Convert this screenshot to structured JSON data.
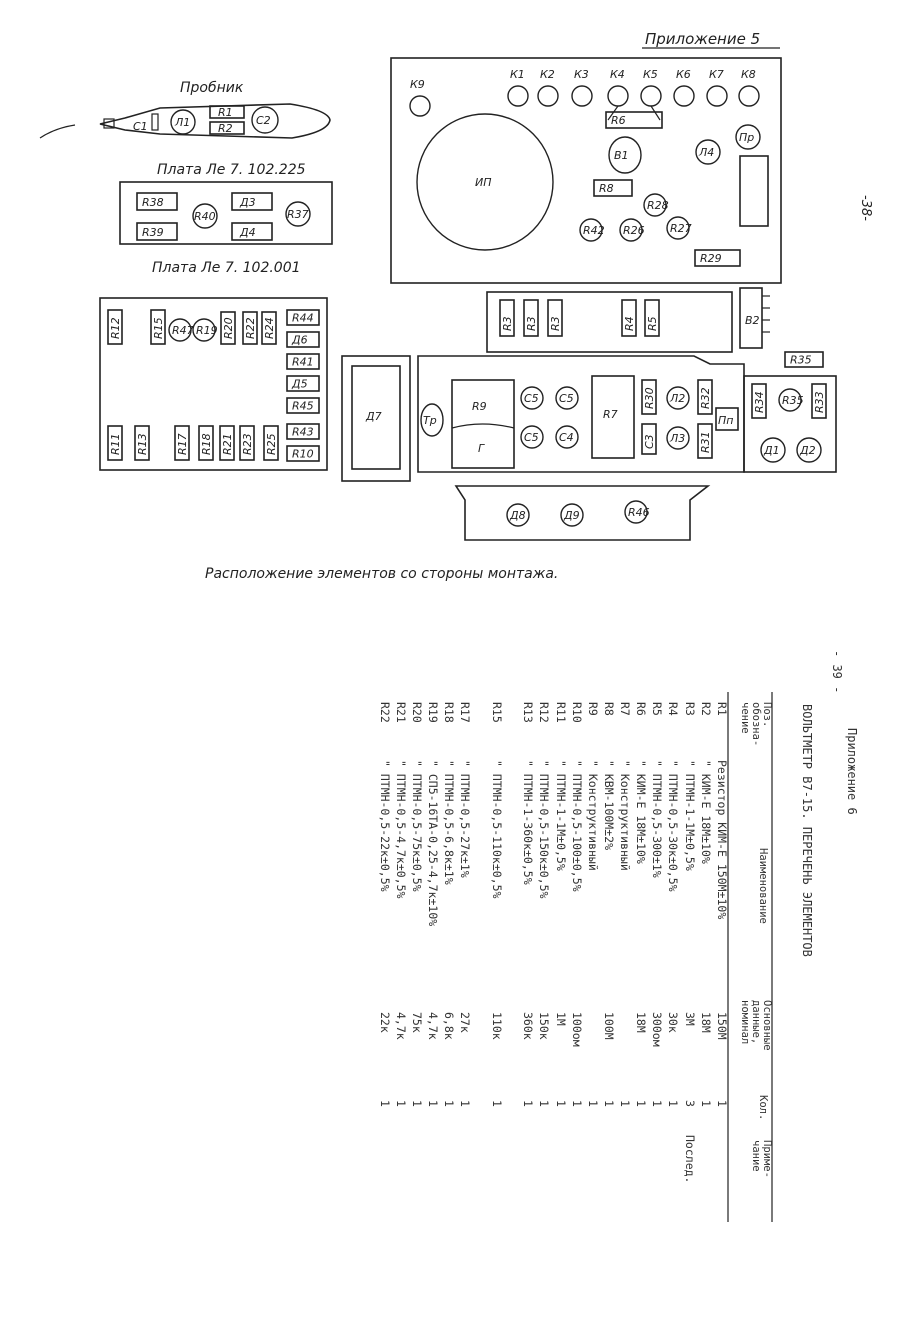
{
  "top": {
    "appendix5": "Приложение 5",
    "page38": "-38-",
    "probe_title": "Пробник",
    "board1_title": "Плата Ле 7. 102.225",
    "board2_title": "Плата Ле 7. 102.001",
    "caption": "Расположение элементов со стороны монтажа.",
    "labels": {
      "probe": [
        "C1",
        "Л1",
        "R1",
        "R2",
        "C2"
      ],
      "board1": [
        "R38",
        "R39",
        "R40",
        "Д3",
        "Д4",
        "R37"
      ],
      "board2": [
        "R12",
        "R15",
        "R47",
        "R19",
        "R20",
        "R22",
        "R24",
        "R44",
        "Д6",
        "R41",
        "Д5",
        "R45",
        "R43",
        "R10",
        "R11",
        "R13",
        "R17",
        "R18",
        "R21",
        "R23",
        "R25"
      ],
      "main": [
        "К9",
        "К1",
        "К2",
        "К3",
        "К4",
        "К5",
        "К6",
        "К7",
        "К8",
        "ИП",
        "R6",
        "В1",
        "Л4",
        "Пр",
        "R8",
        "R28",
        "R42",
        "R26",
        "R27",
        "R29"
      ],
      "mid": [
        "R3",
        "R3",
        "R3",
        "R4",
        "R5",
        "В2",
        "R35"
      ],
      "lower": [
        "Д7",
        "Тр",
        "R9",
        "Г",
        "С5",
        "С5",
        "С5",
        "С4",
        "R7",
        "R30",
        "Л2",
        "R32",
        "С3",
        "Л3",
        "R31",
        "Пп",
        "R34",
        "R35",
        "R33",
        "Д1",
        "Д2"
      ],
      "bottom": [
        "Д8",
        "Д9",
        "R46"
      ]
    }
  },
  "bottom": {
    "page39": "- 39 -",
    "appendix6": "Приложение 6",
    "title": "ВОЛЬТМЕТР В7-15. ПЕРЕЧЕНЬ ЭЛЕМЕНТОВ",
    "headers": {
      "pos": [
        "Поз.",
        "обозна-",
        "чение"
      ],
      "name": "Наименование",
      "data": [
        "Основные",
        "данные,",
        "номинал"
      ],
      "qty": "Кол.",
      "note": [
        "Приме-",
        "чание"
      ]
    },
    "rows": [
      {
        "pos": "R1",
        "name": "Резистор КИМ-Е 150М±10%",
        "data": "150М",
        "qty": "1",
        "note": ""
      },
      {
        "pos": "R2",
        "name": "\"  КИМ-Е 18М±10%",
        "data": "18М",
        "qty": "1",
        "note": ""
      },
      {
        "pos": "R3",
        "name": "\"  ПТМН-1-1М±0,5%",
        "data": "3М",
        "qty": "3",
        "note": "Послед."
      },
      {
        "pos": "R4",
        "name": "\"  ПТМН-0,5-30к±0,5%",
        "data": "30к",
        "qty": "1",
        "note": ""
      },
      {
        "pos": "R5",
        "name": "\"  ПТМН-0,5-300±1%",
        "data": "300ом",
        "qty": "1",
        "note": ""
      },
      {
        "pos": "R6",
        "name": "\"  КИМ-Е 18М±10%",
        "data": "18М",
        "qty": "1",
        "note": ""
      },
      {
        "pos": "R7",
        "name": "\"  Конструктивный",
        "data": "",
        "qty": "1",
        "note": ""
      },
      {
        "pos": "R8",
        "name": "\"  КВМ-100М±2%",
        "data": "100М",
        "qty": "1",
        "note": ""
      },
      {
        "pos": "R9",
        "name": "\"  Конструктивный",
        "data": "",
        "qty": "1",
        "note": ""
      },
      {
        "pos": "R10",
        "name": "\"  ПТМН-0,5-100±0,5%",
        "data": "100ом",
        "qty": "1",
        "note": ""
      },
      {
        "pos": "R11",
        "name": "\"  ПТМН-1-1М±0,5%",
        "data": "1М",
        "qty": "1",
        "note": ""
      },
      {
        "pos": "R12",
        "name": "\"  ПТМН-0,5-150к±0,5%",
        "data": "150к",
        "qty": "1",
        "note": ""
      },
      {
        "pos": "R13",
        "name": "\"  ПТМН-1-360к±0,5%",
        "data": "360к",
        "qty": "1",
        "note": ""
      },
      {
        "pos": "R15",
        "name": "\"  ПТМН-0,5-110к±0,5%",
        "data": "110к",
        "qty": "1",
        "note": ""
      },
      {
        "pos": "R17",
        "name": "\"  ПТМН-0,5-27к±1%",
        "data": "27к",
        "qty": "1",
        "note": ""
      },
      {
        "pos": "R18",
        "name": "\"  ПТМН-0,5-6,8к±1%",
        "data": "6,8к",
        "qty": "1",
        "note": ""
      },
      {
        "pos": "R19",
        "name": "\"  СП5-16ТА-0,25-4,7к±10%",
        "data": "4,7к",
        "qty": "1",
        "note": ""
      },
      {
        "pos": "R20",
        "name": "\"  ПТМН-0,5-75к±0,5%",
        "data": "75к",
        "qty": "1",
        "note": ""
      },
      {
        "pos": "R21",
        "name": "\"  ПТМН-0,5-4,7к±0,5%",
        "data": "4,7к",
        "qty": "1",
        "note": ""
      },
      {
        "pos": "R22",
        "name": "\"  ПТМН-0,5-22к±0,5%",
        "data": "22к",
        "qty": "1",
        "note": ""
      }
    ]
  }
}
